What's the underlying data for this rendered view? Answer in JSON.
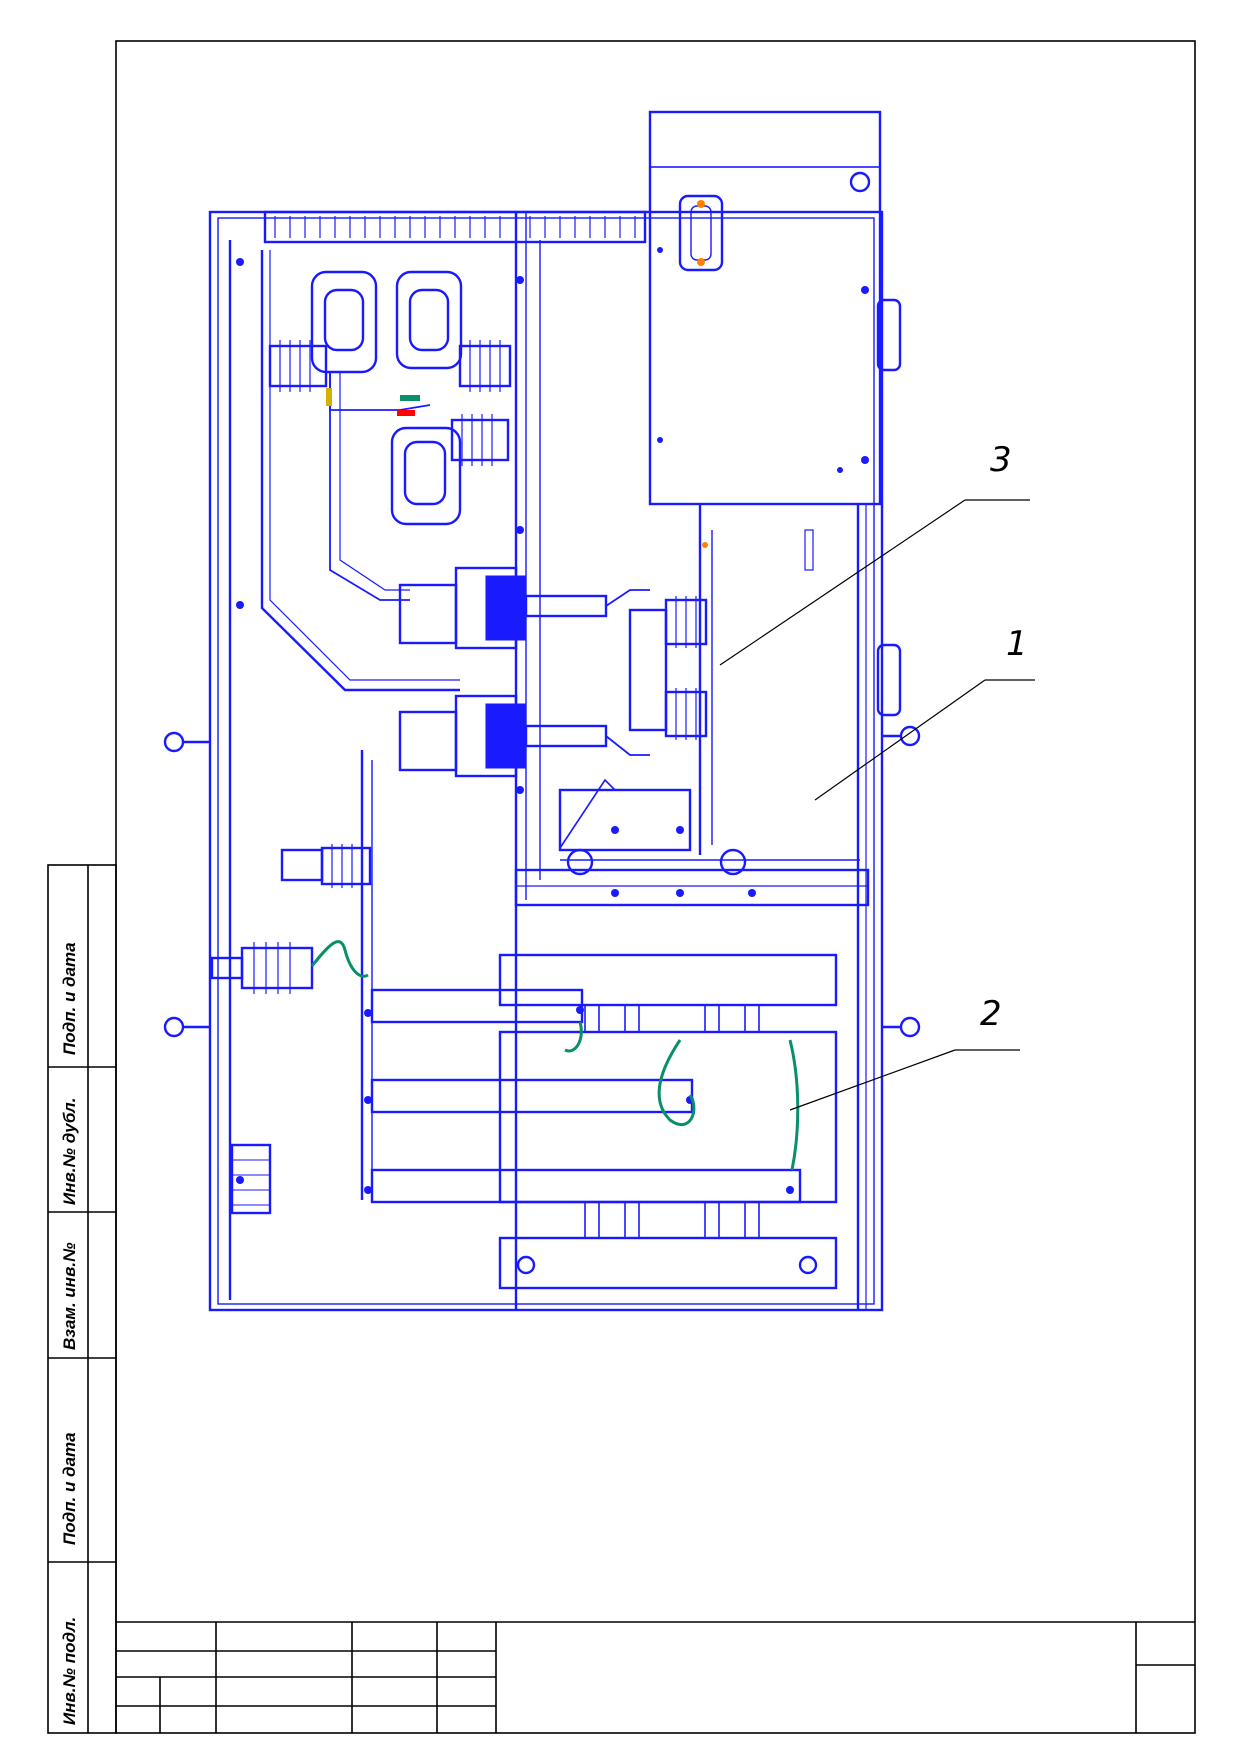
{
  "sheet": {
    "side_stamp": [
      {
        "id": "inv-podl",
        "label": "Инв.№ подл."
      },
      {
        "id": "podp-data-1",
        "label": "Подп. и дата"
      },
      {
        "id": "vzam-inv",
        "label": "Взам. инв.№"
      },
      {
        "id": "inv-dubl",
        "label": "Инв.№ дубл."
      },
      {
        "id": "podp-data-2",
        "label": "Подп. и дата"
      }
    ]
  },
  "callouts": [
    {
      "id": "callout-3",
      "number": "3"
    },
    {
      "id": "callout-1",
      "number": "1"
    },
    {
      "id": "callout-2",
      "number": "2"
    }
  ],
  "colors": {
    "drawing_blue": "#1a1aff",
    "cable_green": "#0a8f6b",
    "frame_black": "#000000",
    "marker_red": "#ff0000",
    "marker_yellow": "#d4b000",
    "marker_orange": "#ff8000"
  }
}
